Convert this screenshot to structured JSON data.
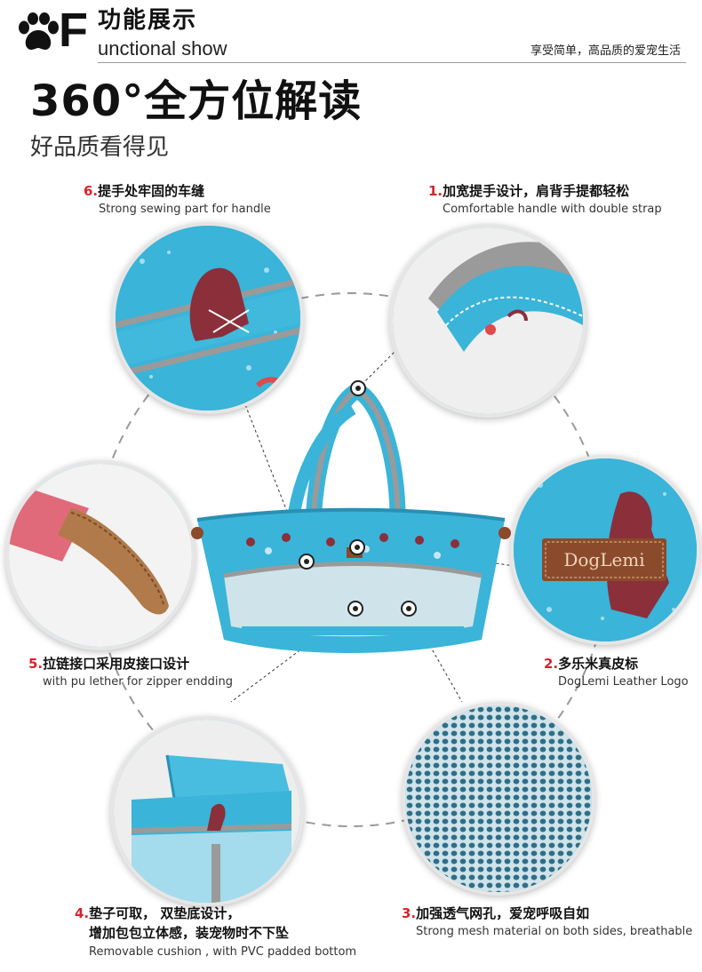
{
  "header": {
    "big_letter": "F",
    "title_cn": "功能展示",
    "title_en": "unctional show",
    "slogan": "享受简单，高品质的爱宠生活"
  },
  "hero": {
    "title": "360°全方位解读",
    "subtitle": "好品质看得见"
  },
  "features": [
    {
      "num": "1.",
      "cn": "加宽提手设计，肩背手提都轻松",
      "en": "Comfortable handle with double strap"
    },
    {
      "num": "2.",
      "cn": "多乐米真皮标",
      "en": "DogLemi Leather Logo"
    },
    {
      "num": "3.",
      "cn": "加强透气网孔，爱宠呼吸自如",
      "en": "Strong mesh material on both sides, breathable"
    },
    {
      "num": "4.",
      "cn": "垫子可取， 双垫底设计，",
      "cn2": "增加包包立体感，装宠物时不下坠",
      "en": "Removable cushion , with PVC padded bottom"
    },
    {
      "num": "5.",
      "cn": "拉链接口采用皮接口设计",
      "en": "with pu lether for zipper endding"
    },
    {
      "num": "6.",
      "cn": "提手处牢固的车缝",
      "en": "Strong sewing part for handle"
    }
  ],
  "brand_logo_text": "DogLemi",
  "colors": {
    "accent_red": "#d9232b",
    "fabric_blue": "#3ab4d8",
    "strap_gray": "#9a9a9a",
    "leather_brown": "#8b4a2b"
  }
}
